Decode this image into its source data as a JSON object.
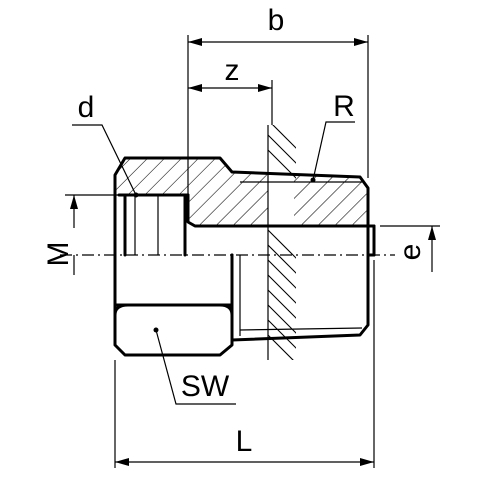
{
  "labels": {
    "b": "b",
    "z": "z",
    "d": "d",
    "R": "R",
    "M": "M",
    "e": "e",
    "SW": "SW",
    "L": "L"
  },
  "colors": {
    "line": "#000000",
    "background": "#ffffff"
  }
}
